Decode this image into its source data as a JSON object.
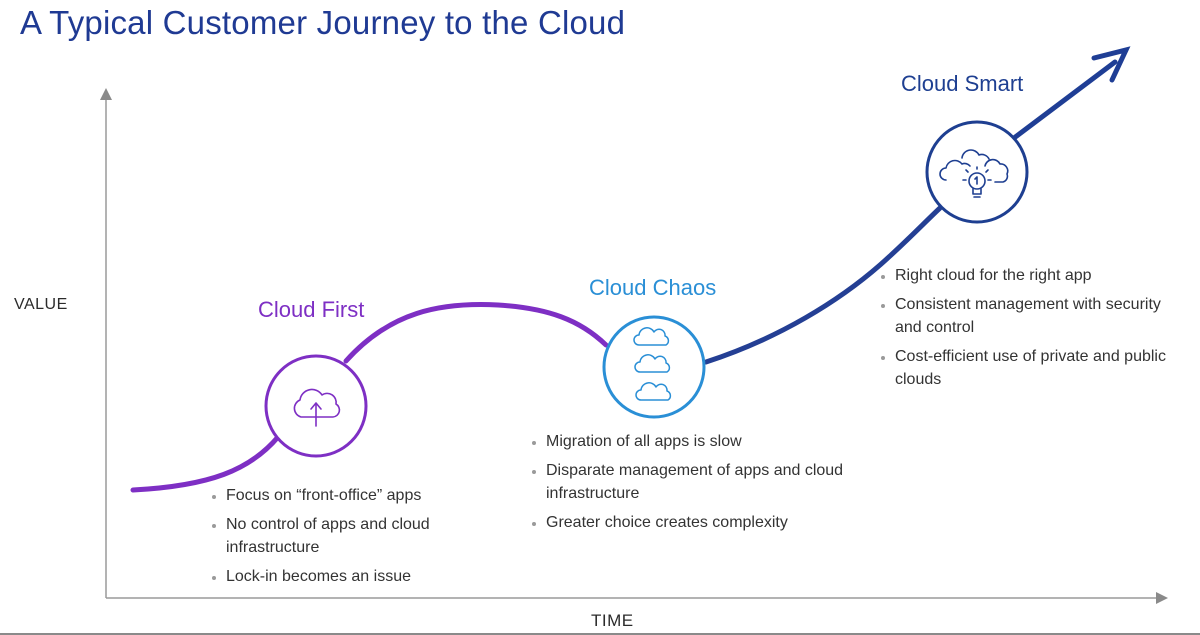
{
  "title": "A Typical Customer Journey to the Cloud",
  "axes": {
    "y_label": "VALUE",
    "x_label": "TIME"
  },
  "stages": [
    {
      "id": "cloud-first",
      "title": "Cloud First",
      "color": "#7e2fc4",
      "icon": "cloud-upload-icon",
      "bullets": [
        "Focus on “front-office” apps",
        "No control of apps and cloud infrastructure",
        "Lock-in becomes an issue"
      ]
    },
    {
      "id": "cloud-chaos",
      "title": "Cloud Chaos",
      "color": "#2a8fd6",
      "icon": "multiple-clouds-icon",
      "bullets": [
        "Migration of all apps is slow",
        "Disparate management of apps and cloud infrastructure",
        "Greater choice creates complexity"
      ]
    },
    {
      "id": "cloud-smart",
      "title": "Cloud Smart",
      "color": "#1e3f91",
      "icon": "cloud-lightbulb-icon",
      "bullets": [
        "Right cloud for the right app",
        "Consistent management with security and control",
        "Cost-efficient use of private and public clouds"
      ]
    }
  ]
}
